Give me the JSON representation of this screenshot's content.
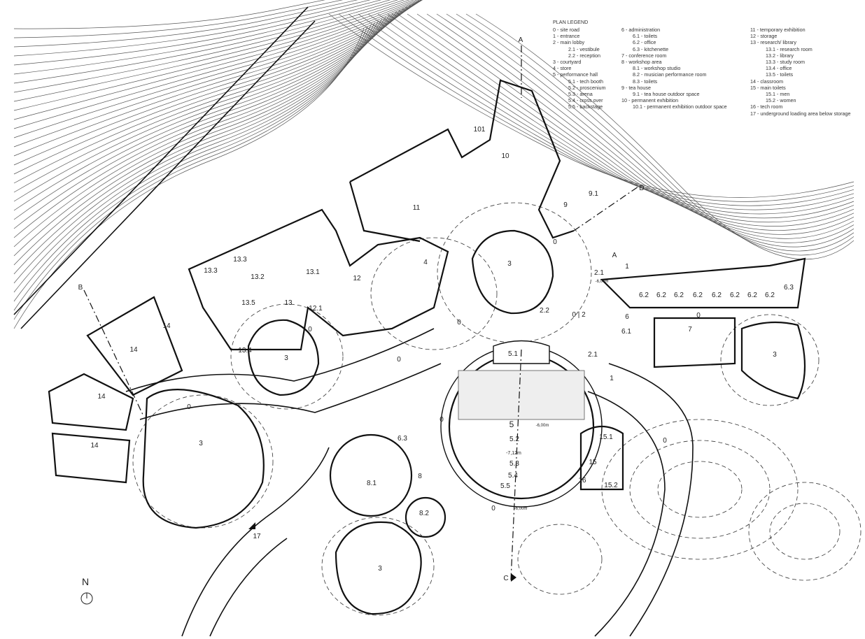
{
  "legend": {
    "title": "PLAN LEGEND",
    "columns": [
      [
        {
          "label": "0 - site road"
        },
        {
          "label": "1 - entrance"
        },
        {
          "label": "2 - main lobby",
          "children": [
            "2.1 - vestibule",
            "2.2 - reception"
          ]
        },
        {
          "label": "3 - courtyard"
        },
        {
          "label": "4 - store"
        },
        {
          "label": "5 - performance hall",
          "children": [
            "5.1 - tech booth",
            "5.2 - proscenium",
            "5.3 - arena",
            "5.4 - cross over",
            "5.5 - backstage"
          ]
        }
      ],
      [
        {
          "label": "6 - administration",
          "children": [
            "6.1 - toilets",
            "6.2 - office",
            "6.3 - kitchenette"
          ]
        },
        {
          "label": "7 - conference room"
        },
        {
          "label": "8 - workshop area",
          "children": [
            "8.1 - workshop studio",
            "8.2 - musician performance room",
            "8.3 - toilets"
          ]
        },
        {
          "label": "9 - tea house",
          "children": [
            "9.1 - tea house outdoor space"
          ]
        },
        {
          "label": "10 - permanent exhibition",
          "children": [
            "10.1 - permanent exhibition outdoor space"
          ]
        }
      ],
      [
        {
          "label": "11 - temporary exhibition"
        },
        {
          "label": "12 - storage"
        },
        {
          "label": "13 - research/ library",
          "children": [
            "13.1 - research room",
            "13.2 - library",
            "13.3 - study room",
            "13.4 - office",
            "13.5 - toilets"
          ]
        },
        {
          "label": "14 - classroom"
        },
        {
          "label": "15 - main toilets",
          "children": [
            "15.1 - men",
            "15.2 - women"
          ]
        },
        {
          "label": "16 - tech room"
        },
        {
          "label": "17 - underground loading area below storage"
        }
      ]
    ]
  },
  "north_label": "N",
  "labels": [
    "101",
    "10",
    "11",
    "9",
    "9.1",
    "0",
    "3",
    "4",
    "12",
    "13.1",
    "13.2",
    "13.3",
    "13.3",
    "13.5",
    "13",
    "12.1",
    "13.4",
    "3",
    "0",
    "14",
    "14",
    "14",
    "14",
    "0",
    "3",
    "0",
    "0",
    "2.2",
    "0 | 2",
    "2.1",
    "-6,00m",
    "1",
    "6.2",
    "6.2",
    "6.2",
    "6.2",
    "6.2",
    "6.2",
    "6.2",
    "6.2",
    "6.3",
    "6",
    "0",
    "7",
    "6.1",
    "2.1",
    "1",
    "3",
    "0",
    "5.1",
    "5",
    "-6,00m",
    "5.2",
    "-7,12m",
    "5.3",
    "5.4",
    "5.5",
    "0",
    "-6,00m",
    "15.1",
    "15",
    "16",
    "15.2",
    "0",
    "6.3",
    "8",
    "8.1",
    "8.2",
    "3",
    "17"
  ],
  "section_marks": [
    "A",
    "A",
    "B",
    "C",
    "D"
  ]
}
